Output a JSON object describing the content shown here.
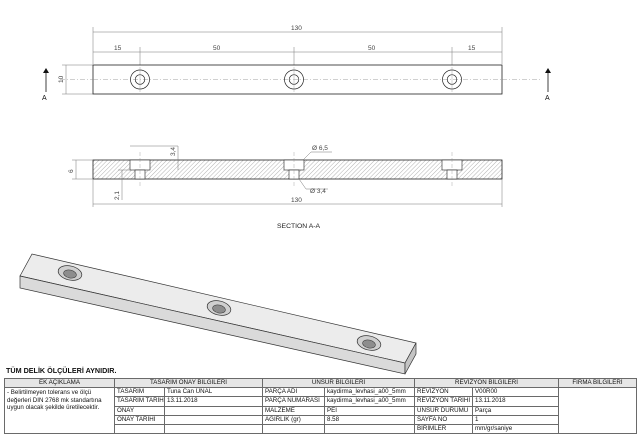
{
  "top_view": {
    "overall_length": "130",
    "spacing": [
      "15",
      "50",
      "50",
      "15"
    ],
    "height": "10",
    "section_marker": "A"
  },
  "section_view": {
    "thickness": "6",
    "counterbore_depth": "3,4",
    "counterbore_diameter": "Ø 6,5",
    "hole_diameter": "Ø 3,4",
    "bottom_dim": "2,1",
    "overall_length": "130",
    "label": "SECTION A-A"
  },
  "note": "TÜM DELİK ÖLÇÜLERİ AYNIDIR.",
  "title_block": {
    "headers": {
      "ek": "EK AÇIKLAMA",
      "onay": "TASARIM ONAY BİLGİLERİ",
      "unsur": "UNSUR BİLGİLERİ",
      "revizyon": "REVİZYON BİLGİLERİ",
      "firma": "FİRMA BİLGİLERİ"
    },
    "description": "- Belirtilmeyen tolerans ve ölçü değerleri DIN 2768 mk standartına uygun olacak şekilde üretilecektir.",
    "rows": [
      {
        "l1": "TASARIM",
        "v1": "Tuna Can ÜNAL",
        "l2": "PARÇA ADI",
        "v2": "kaydirma_levhasi_a00_5mm",
        "l3": "REVİZYON",
        "v3": "V00R00"
      },
      {
        "l1": "TASARIM TARİHİ",
        "v1": "13.11.2018",
        "l2": "PARÇA NUMARASI",
        "v2": "kaydirma_levhasi_a00_5mm",
        "l3": "REVİZYON TARİHİ",
        "v3": "13.11.2018"
      },
      {
        "l1": "ONAY",
        "v1": "",
        "l2": "MALZEME",
        "v2": "PEI",
        "l3": "UNSUR DURUMU",
        "v3": "Parça"
      },
      {
        "l1": "ONAY TARİHİ",
        "v1": "",
        "l2": "AĞIRLIK (gr)",
        "v2": "8.58",
        "l3": "SAYFA NO",
        "v3": "1"
      },
      {
        "l1": "",
        "v1": "",
        "l2": "",
        "v2": "",
        "l3": "BİRİMLER",
        "v3": "mm/gr/saniye"
      }
    ]
  }
}
